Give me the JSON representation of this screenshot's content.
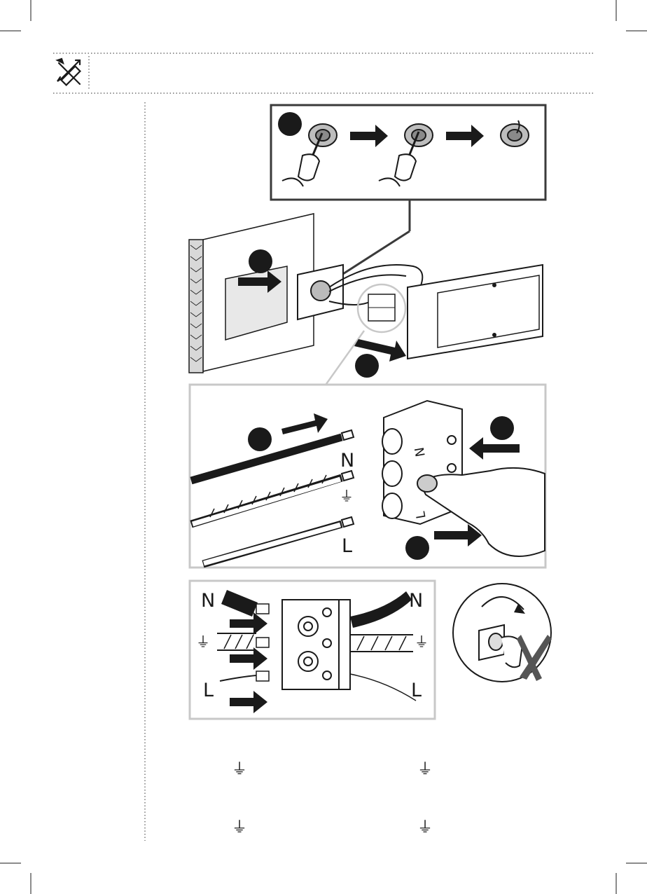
{
  "colors": {
    "ink": "#1a1a1a",
    "frame_gray": "#c8c8c8",
    "dark_frame": "#3a3a3a",
    "page": "#ffffff"
  },
  "header": {
    "icon": "tools-icon"
  },
  "terminal_panel": {
    "wire_labels": {
      "neutral": "N",
      "earth": "⏚",
      "live": "L"
    }
  },
  "connector_panel": {
    "left_labels": {
      "neutral": "N",
      "earth": "⏚",
      "live": "L"
    },
    "right_labels": {
      "neutral": "N",
      "earth": "⏚",
      "live": "L"
    }
  },
  "connector_block_labels": {
    "top": "N",
    "bottom": "L"
  },
  "bottom_symbols": [
    "⏚",
    "⏚",
    "⏚",
    "⏚"
  ],
  "warning": {
    "icon": "unplug-power-icon",
    "mark": "cross-mark-icon"
  }
}
